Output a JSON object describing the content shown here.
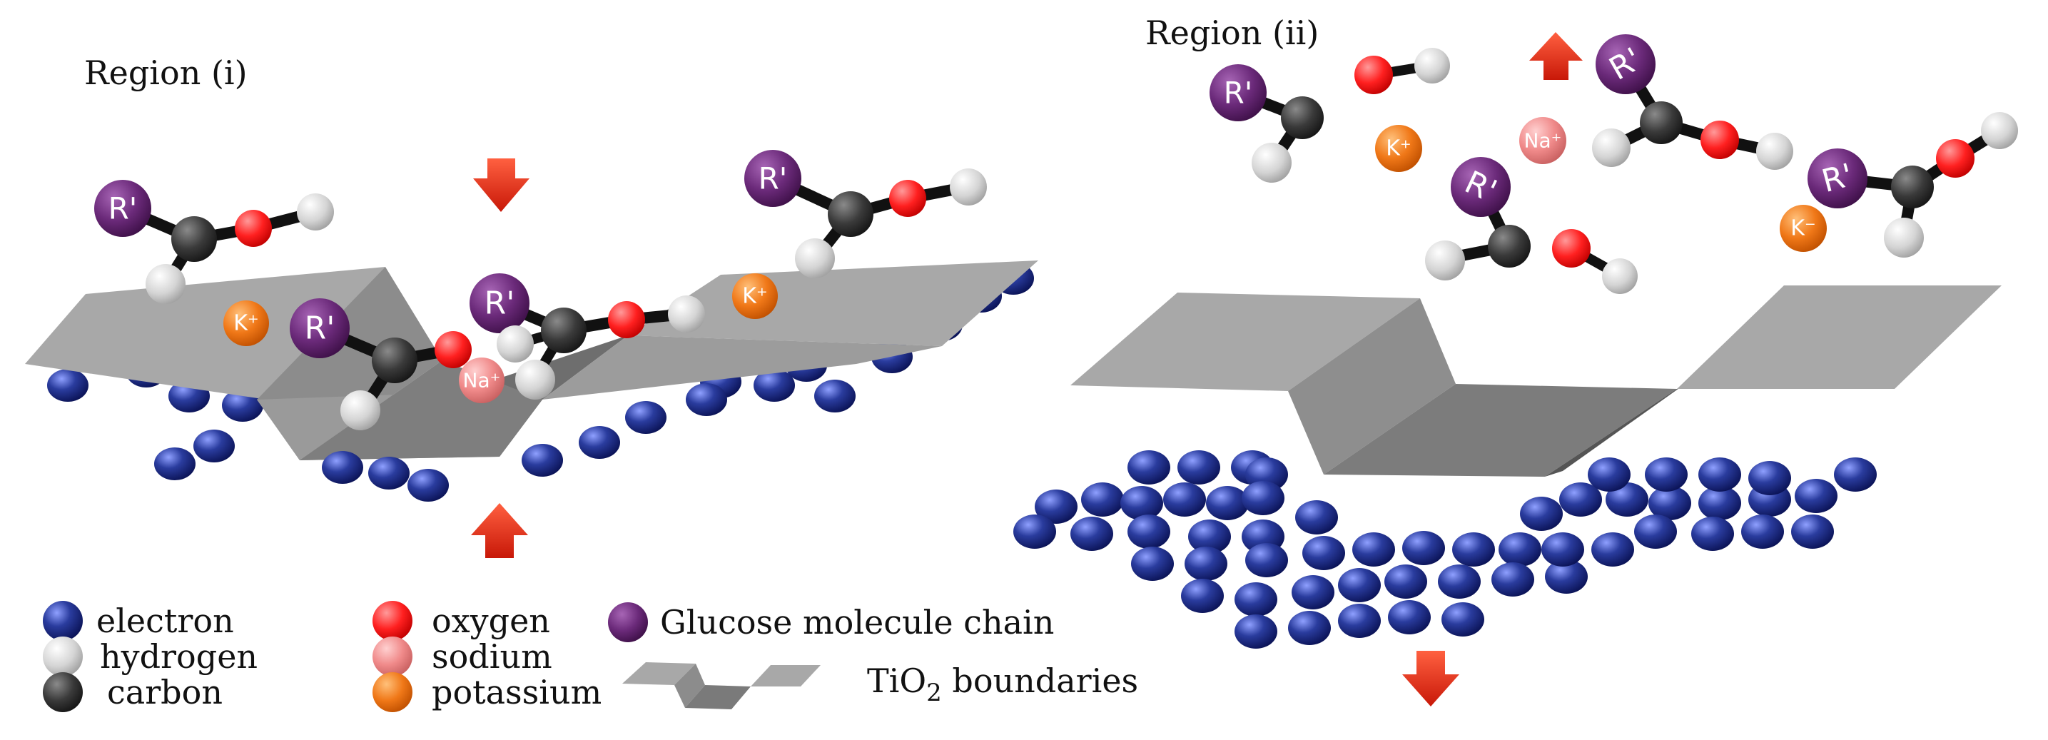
{
  "regions": {
    "region_i": "Region (i)",
    "region_ii": "Region (ii)"
  },
  "labels": {
    "r_prime": "R'",
    "k_plus": "K⁺",
    "k_minus": "K⁻",
    "na_plus": "Na⁺"
  },
  "legend": {
    "electron": "electron",
    "hydrogen": "hydrogen",
    "carbon": "carbon",
    "oxygen": "oxygen",
    "sodium": "sodium",
    "potassium": "potassium",
    "glucose": "Glucose molecule chain",
    "tio2_prefix": "TiO",
    "tio2_sub": "2",
    "tio2_suffix": " boundaries"
  },
  "colors": {
    "electron": "#1b2a80",
    "hydrogen": "#c8c8c8",
    "carbon": "#3a3a3a",
    "oxygen": "#ff2a2a",
    "sodium": "#f08a8a",
    "potassium": "#f07818",
    "glucose": "#6b2a7a",
    "arrow": "#e83020",
    "surface_light": "#a9a9a9",
    "surface_dark": "#7a7a7a"
  }
}
